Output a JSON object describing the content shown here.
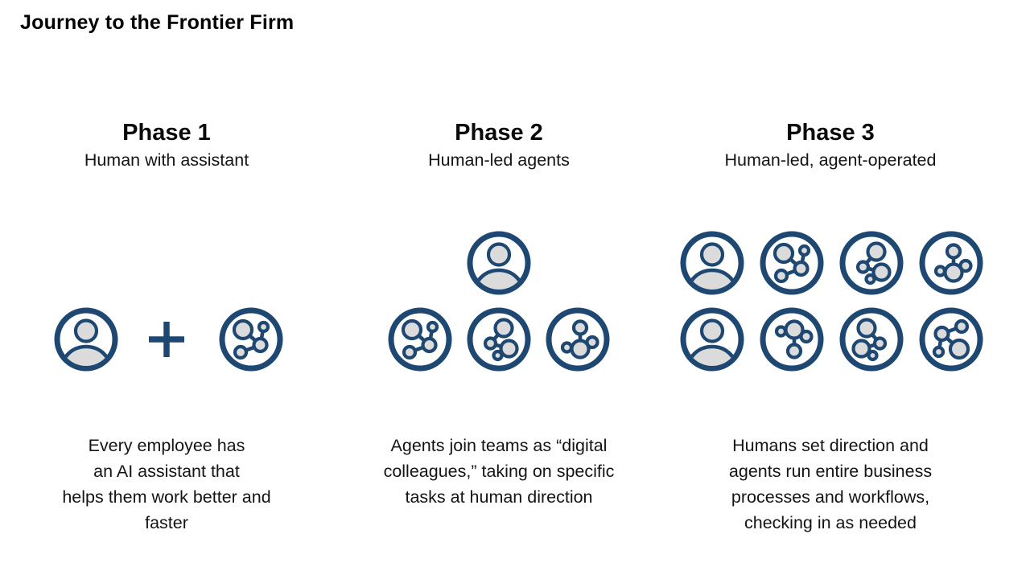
{
  "title": "Journey to the Frontier Firm",
  "colors": {
    "icon_blue": "#1E4872",
    "node_gray": "#DBDBDB",
    "text_color": "#0D0D0D",
    "background": "#FFFFFF"
  },
  "icons": {
    "person": "person-icon",
    "agent": "agent-network-icon",
    "plus": "plus-icon"
  },
  "phases": [
    {
      "label": "Phase 1",
      "subtitle": "Human with assistant",
      "description_lines": [
        "Every employee has",
        "an AI assistant that",
        "helps them work better and",
        "faster"
      ]
    },
    {
      "label": "Phase 2",
      "subtitle": "Human-led agents",
      "description_lines": [
        "Agents join teams as “digital",
        "colleagues,” taking on specific",
        "tasks at human direction"
      ]
    },
    {
      "label": "Phase 3",
      "subtitle": "Human-led, agent-operated",
      "description_lines": [
        "Humans set direction and",
        "agents run entire business",
        "processes and workflows,",
        "checking in as needed"
      ]
    }
  ]
}
